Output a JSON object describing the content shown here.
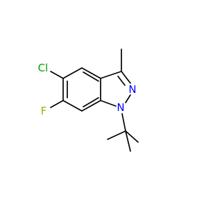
{
  "molecule": {
    "atoms": {
      "cl": {
        "label": "Cl",
        "color": "#00a000"
      },
      "f": {
        "label": "F",
        "color": "#8ab800"
      },
      "n1": {
        "label": "N",
        "color": "#0000ff"
      },
      "n2": {
        "label": "N",
        "color": "#0000ff"
      }
    },
    "bond_color": "#000000",
    "background": "#ffffff"
  }
}
